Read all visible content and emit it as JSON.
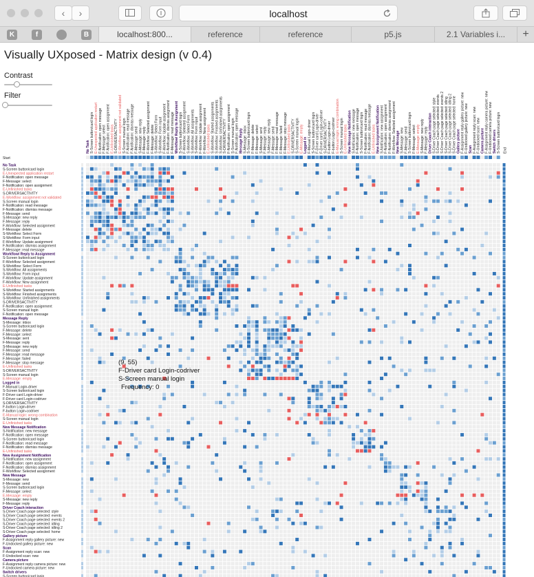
{
  "browser": {
    "url": "localhost",
    "icons": [
      "back-icon",
      "forward-icon",
      "sidebar-icon",
      "privacy-icon",
      "reload-icon",
      "share-icon",
      "tabs-overview-icon",
      "new-tab-plus-icon"
    ],
    "favorites": [
      "K",
      "f",
      "",
      "B"
    ],
    "tabs": [
      "localhost:800...",
      "reference",
      "reference",
      "p5.js",
      "2.1 Variables i..."
    ],
    "new_tab": "+"
  },
  "page": {
    "title": "Visually UXposed - Matrix design (v 0.4)",
    "contrast_label": "Contrast",
    "filter_label": "Filter",
    "contrast_value": 0.25,
    "filter_value": 0.02
  },
  "colors": {
    "background": "#ffffff",
    "cell_empty": "#eeeeee",
    "cell_low": "#b3cde6",
    "cell_mid": "#6a9fd0",
    "cell_high": "#3476b8",
    "error": "#e85d5d",
    "group_header": "#3a0a5e"
  },
  "matrix": {
    "start_label": "Start",
    "end_label": "End",
    "rows": [
      {
        "t": "No Task",
        "g": 1
      },
      {
        "t": "S-Screen button/card login"
      },
      {
        "t": "E-Unexpected application restart",
        "e": 1
      },
      {
        "t": "F-Notification: open message"
      },
      {
        "t": "F-Message: select"
      },
      {
        "t": "F-Notification: open assignment"
      },
      {
        "t": "E-Unfinished tasks",
        "e": 1
      },
      {
        "t": "S-DRIVERSACTIVITY"
      },
      {
        "t": "E-Workflow: assignment not validated",
        "e": 1
      },
      {
        "t": "S-Screen manual login"
      },
      {
        "t": "F-Notification: read message"
      },
      {
        "t": "F-Notification: dismiss message"
      },
      {
        "t": "F-Message: send"
      },
      {
        "t": "S-Message: new reply"
      },
      {
        "t": "F-Message: reply"
      },
      {
        "t": "F-Workflow: Selected assignment"
      },
      {
        "t": "F-Message: delete"
      },
      {
        "t": "S-Workflow: Select Form"
      },
      {
        "t": "S-Workflow: Form input"
      },
      {
        "t": "F-Workflow: Update assignment"
      },
      {
        "t": "F-Notification: dismiss assignment"
      },
      {
        "t": "F-Message: read message"
      },
      {
        "t": "Workflow/ Reply to Assignment",
        "g": 1
      },
      {
        "t": "S-Screen button/card login"
      },
      {
        "t": "F-Workflow: Selected assignment"
      },
      {
        "t": "S-Workflow: Select Form"
      },
      {
        "t": "S-Workflow: All assignments"
      },
      {
        "t": "S-Workflow: Form input"
      },
      {
        "t": "F-Workflow: Update assignment"
      },
      {
        "t": "F-Workflow: New assignment"
      },
      {
        "t": "E-Unfinished tasks",
        "e": 1
      },
      {
        "t": "S-Workflow: Started assignments"
      },
      {
        "t": "S-Workflow: Finished assignments"
      },
      {
        "t": "S-Workflow: Unfinished assignments"
      },
      {
        "t": "S-DRIVERSACTIVITY"
      },
      {
        "t": "F-Notification: open assignment"
      },
      {
        "t": "S-Screen manual login"
      },
      {
        "t": "F-Notification: open message"
      },
      {
        "t": "Message Reply",
        "g": 1
      },
      {
        "t": "S-Message: inbox"
      },
      {
        "t": "S-Screen button/card login"
      },
      {
        "t": "F-Message: delete"
      },
      {
        "t": "F-Message: select"
      },
      {
        "t": "S-Message: sent"
      },
      {
        "t": "F-Message: reply"
      },
      {
        "t": "S-Message: new reply"
      },
      {
        "t": "F-Message: send"
      },
      {
        "t": "F-Message: read message"
      },
      {
        "t": "F-Message: failed"
      },
      {
        "t": "F-Message: stop message"
      },
      {
        "t": "E-Unfinished tasks",
        "e": 1
      },
      {
        "t": "S-DRIVERSACTIVITY"
      },
      {
        "t": "S-Screen manual login"
      },
      {
        "t": "E-Message: empty",
        "e": 1
      },
      {
        "t": "Logged in",
        "g": 1
      },
      {
        "t": "F-Manual Login-driver"
      },
      {
        "t": "S-Screen button/card login"
      },
      {
        "t": "F-Driver card Login-driver"
      },
      {
        "t": "F-Driver card Login-codriver"
      },
      {
        "t": "S-DRIVERSACTIVITY"
      },
      {
        "t": "F-button Login-driver"
      },
      {
        "t": "F-button Login-codriver"
      },
      {
        "t": "E-Manual login: wrong combination",
        "e": 1
      },
      {
        "t": "S-Screen manual login"
      },
      {
        "t": "E-Unfinished tasks",
        "e": 1
      },
      {
        "t": "New Message Notification",
        "g": 1
      },
      {
        "t": "S-Notification: new message"
      },
      {
        "t": "F-Notification: open message"
      },
      {
        "t": "S-Screen button/card login"
      },
      {
        "t": "F-Notification: read message"
      },
      {
        "t": "F-Notification: dismiss message"
      },
      {
        "t": "E-Unfinished tasks",
        "e": 1
      },
      {
        "t": "New Assignment Notification",
        "g": 1
      },
      {
        "t": "S-Notification: new assignment"
      },
      {
        "t": "F-Notification: open assignment"
      },
      {
        "t": "F-Notification: dismiss assignment"
      },
      {
        "t": "F-Workflow: Selected assignment"
      },
      {
        "t": "New Message",
        "g": 1
      },
      {
        "t": "S-Message: new"
      },
      {
        "t": "F-Message: send"
      },
      {
        "t": "S-Screen button/card login"
      },
      {
        "t": "F-Message: select"
      },
      {
        "t": "E-Message: empty",
        "e": 1
      },
      {
        "t": "S-Message: new reply"
      },
      {
        "t": "F-Message: reply"
      },
      {
        "t": "Driver Coach interaction",
        "g": 1
      },
      {
        "t": "S-Driver Coach page selected: style"
      },
      {
        "t": "S-Driver Coach page selected: events"
      },
      {
        "t": "S-Driver Coach page selected: events 2"
      },
      {
        "t": "S-Driver Coach page selected: idling"
      },
      {
        "t": "S-Driver Coach page selected: idling 2"
      },
      {
        "t": "S-Driver Coach page selected: home"
      },
      {
        "t": "Gallery picture",
        "g": 1
      },
      {
        "t": "F-Assignment reply gallery picture: new"
      },
      {
        "t": "F-Undocked gallery picture: new"
      },
      {
        "t": "Scan",
        "g": 1
      },
      {
        "t": "F-Assignment reply scan: new"
      },
      {
        "t": "F-Undocked scan: new"
      },
      {
        "t": "Camera picture",
        "g": 1
      },
      {
        "t": "F-Assignment reply camera picture: new"
      },
      {
        "t": "F-Undocked camera picture: new"
      },
      {
        "t": "Switch drivers",
        "g": 1
      },
      {
        "t": "S-Screen button/card login"
      }
    ],
    "tooltip": {
      "coords": "(9, 55)",
      "from": "F-Driver card Login-codriver",
      "to": "S-Screen manual login",
      "frequency": "Frequency: 0"
    }
  }
}
